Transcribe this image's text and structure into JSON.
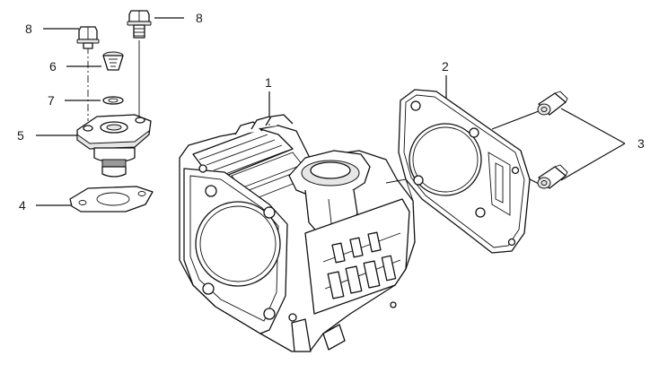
{
  "callouts": {
    "c1": "1",
    "c2": "2",
    "c3": "3",
    "c4": "4",
    "c5": "5",
    "c6": "6",
    "c7": "7",
    "c8a": "8",
    "c8b": "8"
  }
}
